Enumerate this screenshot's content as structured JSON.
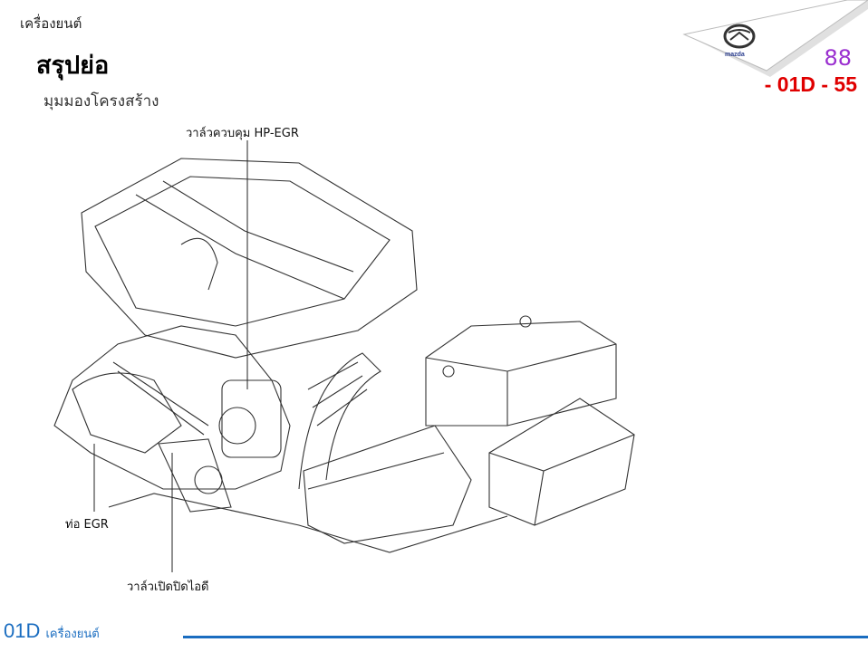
{
  "header": {
    "section": "เครื่องยนต์",
    "title": "สรุปย่อ",
    "subtitle": "มุมมองโครงสร้าง",
    "page_number": "88",
    "page_code": "- 01D - 55",
    "logo_text": "mazda"
  },
  "diagram": {
    "labels": {
      "hp_egr_valve": "วาล์วควบคุม HP-EGR",
      "egr_pipe": "ท่อ EGR",
      "intake_shutter_valve": "วาล์วเปิดปิดไอดี"
    }
  },
  "footer": {
    "code": "01D",
    "section": "เครื่องยนต์"
  },
  "colors": {
    "accent": "#1a6dc0",
    "page_code": "#e00000",
    "page_number": "#9b30d0"
  }
}
